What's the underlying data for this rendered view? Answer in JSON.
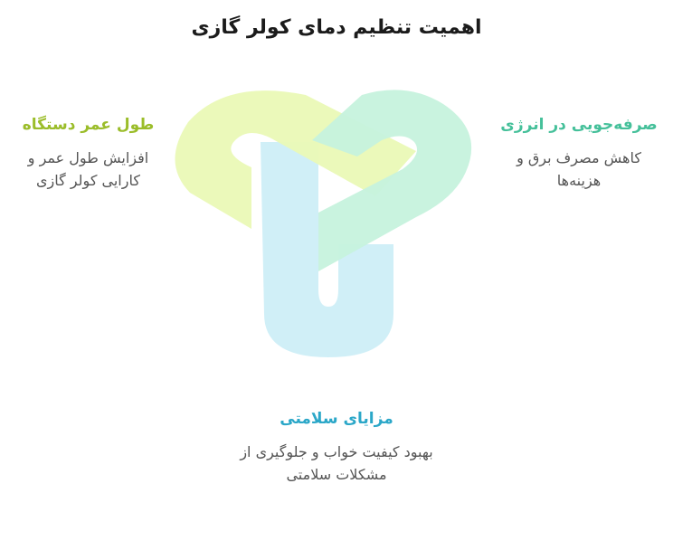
{
  "title": "اهمیت تنظیم دمای کولر گازی",
  "sections": {
    "longevity": {
      "heading": "طول عمر دستگاه",
      "description": "افزایش طول عمر و کارایی کولر گازی",
      "color": "#9bbd2a",
      "shape_color": "#eaf9b6"
    },
    "energy": {
      "heading": "صرفه‌جویی در انرژی",
      "description": "کاهش مصرف برق و هزینه‌ها",
      "color": "#45c09a",
      "shape_color": "#c6f2dd"
    },
    "health": {
      "heading": "مزایای سلامتی",
      "description": "بهبود کیفیت خواب و جلوگیری از مشکلات سلامتی",
      "color": "#2ba7c8",
      "shape_color": "#cdeef7"
    }
  }
}
